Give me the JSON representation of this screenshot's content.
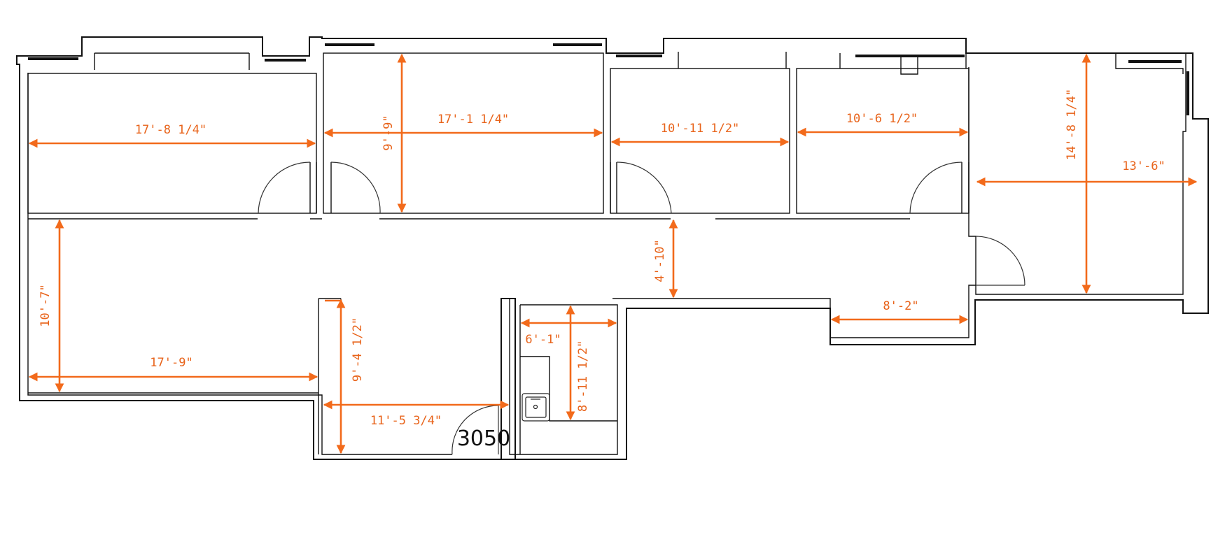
{
  "floor_plan": {
    "room_number": "3050",
    "colors": {
      "walls": "#111111",
      "dimensions": "#f26a1b",
      "background": "#ffffff"
    },
    "dimensions": {
      "room_1_width": "17'-8 1/4\"",
      "room_2_width": "17'-1 1/4\"",
      "room_2_depth": "9'-9\"",
      "room_3_width": "10'-11 1/2\"",
      "room_4_width": "10'-6 1/2\"",
      "room_5_depth": "14'-8 1/4\"",
      "room_5_width": "13'-6\"",
      "corridor_width": "4'-10\"",
      "alcove_width": "8'-2\"",
      "kitchen_width": "6'-1\"",
      "kitchen_depth": "8'-11 1/2\"",
      "living_depth": "10'-7\"",
      "living_width": "17'-9\"",
      "entry_depth": "9'-4 1/2\"",
      "entry_width": "11'-5 3/4\""
    },
    "icons": {
      "sink": "sink-icon"
    }
  }
}
